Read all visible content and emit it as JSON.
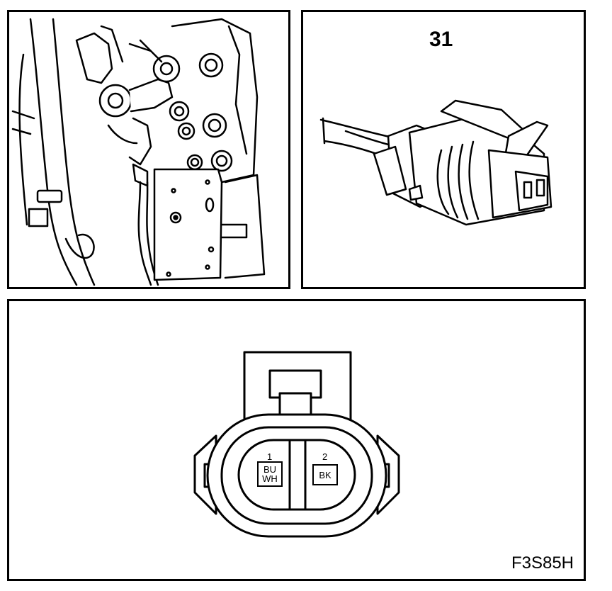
{
  "figure": {
    "callout_number": "31",
    "figure_id": "F3S85H"
  },
  "connector": {
    "pins": [
      {
        "number": "1",
        "colors": [
          "BU",
          "WH"
        ]
      },
      {
        "number": "2",
        "colors": [
          "BK"
        ]
      }
    ]
  }
}
